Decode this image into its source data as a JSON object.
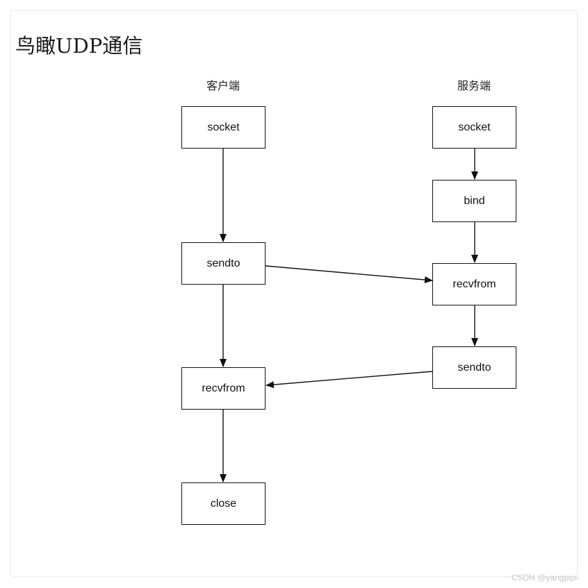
{
  "title": "鸟瞰UDP通信",
  "client": {
    "label": "客户端",
    "steps": [
      "socket",
      "sendto",
      "recvfrom",
      "close"
    ]
  },
  "server": {
    "label": "服务端",
    "steps": [
      "socket",
      "bind",
      "recvfrom",
      "sendto"
    ]
  },
  "watermark": "CSDN @yangpipi-",
  "colors": {
    "stroke": "#111111",
    "background": "#ffffff"
  }
}
